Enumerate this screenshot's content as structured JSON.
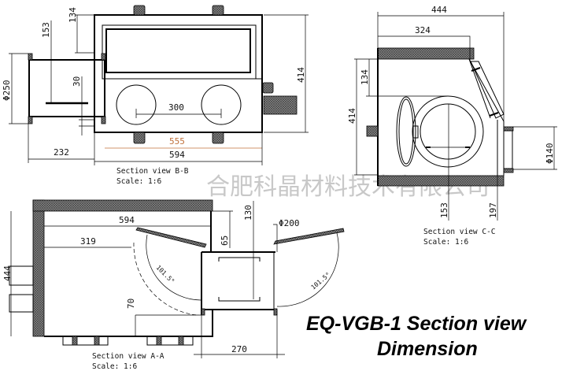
{
  "watermark": "合肥科晶材料技术有限公司",
  "title": {
    "line1": "EQ-VGB-1 Section view",
    "line2": "Dimension"
  },
  "view_bb": {
    "caption": "Section view B-B",
    "scale": "Scale:  1:6",
    "dims": {
      "d134": "134",
      "d153": "153",
      "d30": "30",
      "phi250": "Φ250",
      "d300": "300",
      "d555": "555",
      "d594": "594",
      "d232": "232",
      "d414": "414"
    }
  },
  "view_aa": {
    "caption": "Section view A-A",
    "scale": "Scale:  1:6",
    "dims": {
      "d444": "444",
      "d594": "594",
      "d319": "319",
      "d65": "65",
      "d130": "130",
      "phi200": "Φ200",
      "d70": "70",
      "d270": "270",
      "angle_left": "101.5°",
      "angle_right": "101.5°"
    }
  },
  "view_cc": {
    "caption": "Section view C-C",
    "scale": "Scale:  1:6",
    "dims": {
      "d444": "444",
      "d324": "324",
      "d134": "134",
      "d414": "414",
      "d153": "153",
      "d197": "197",
      "phi140": "Φ140"
    }
  },
  "colors": {
    "accent_dim": "#c0703a",
    "hatch": "#6e6e6e"
  }
}
